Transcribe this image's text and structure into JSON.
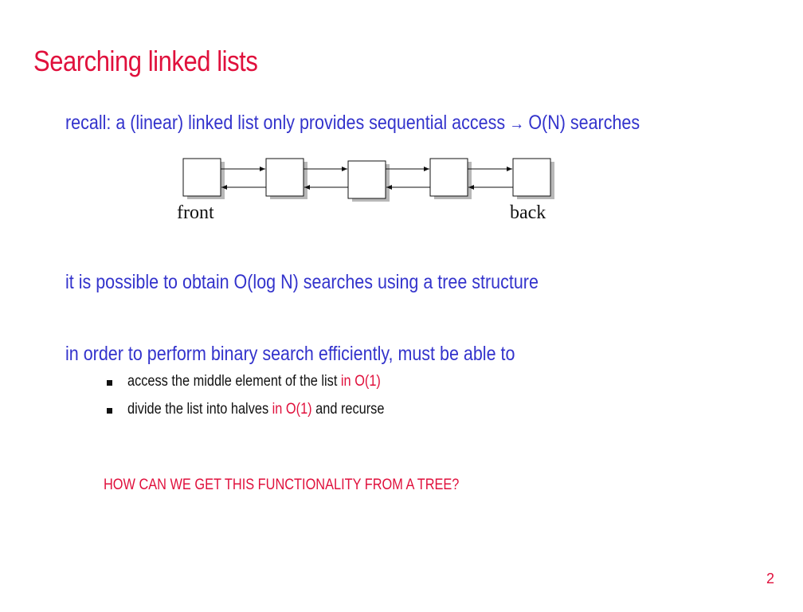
{
  "slide": {
    "title": "Searching linked lists",
    "page_number": "2"
  },
  "bullets": {
    "recall": {
      "before_arrow": "recall: a (linear) linked list only provides sequential access",
      "arrow_icon": "right-arrow-icon",
      "after_arrow": "O(N) searches"
    },
    "tree": "it is possible to obtain O(log N) searches using a tree structure",
    "binary": "in order to perform binary search efficiently, must be able to"
  },
  "sub_items": [
    {
      "text": "access the middle element of the list",
      "highlight": "in O(1)",
      "suffix": ""
    },
    {
      "text": "divide the list into halves",
      "highlight": "in O(1)",
      "suffix": "and recurse"
    }
  ],
  "question": "HOW CAN WE GET THIS FUNCTIONALITY FROM A TREE?",
  "diagram": {
    "node_count": 5,
    "front_label": "front",
    "back_label": "back"
  },
  "colors": {
    "title": "#e0103c",
    "body": "#3333cc",
    "highlight": "#e0103c",
    "sub_text": "#111111"
  }
}
